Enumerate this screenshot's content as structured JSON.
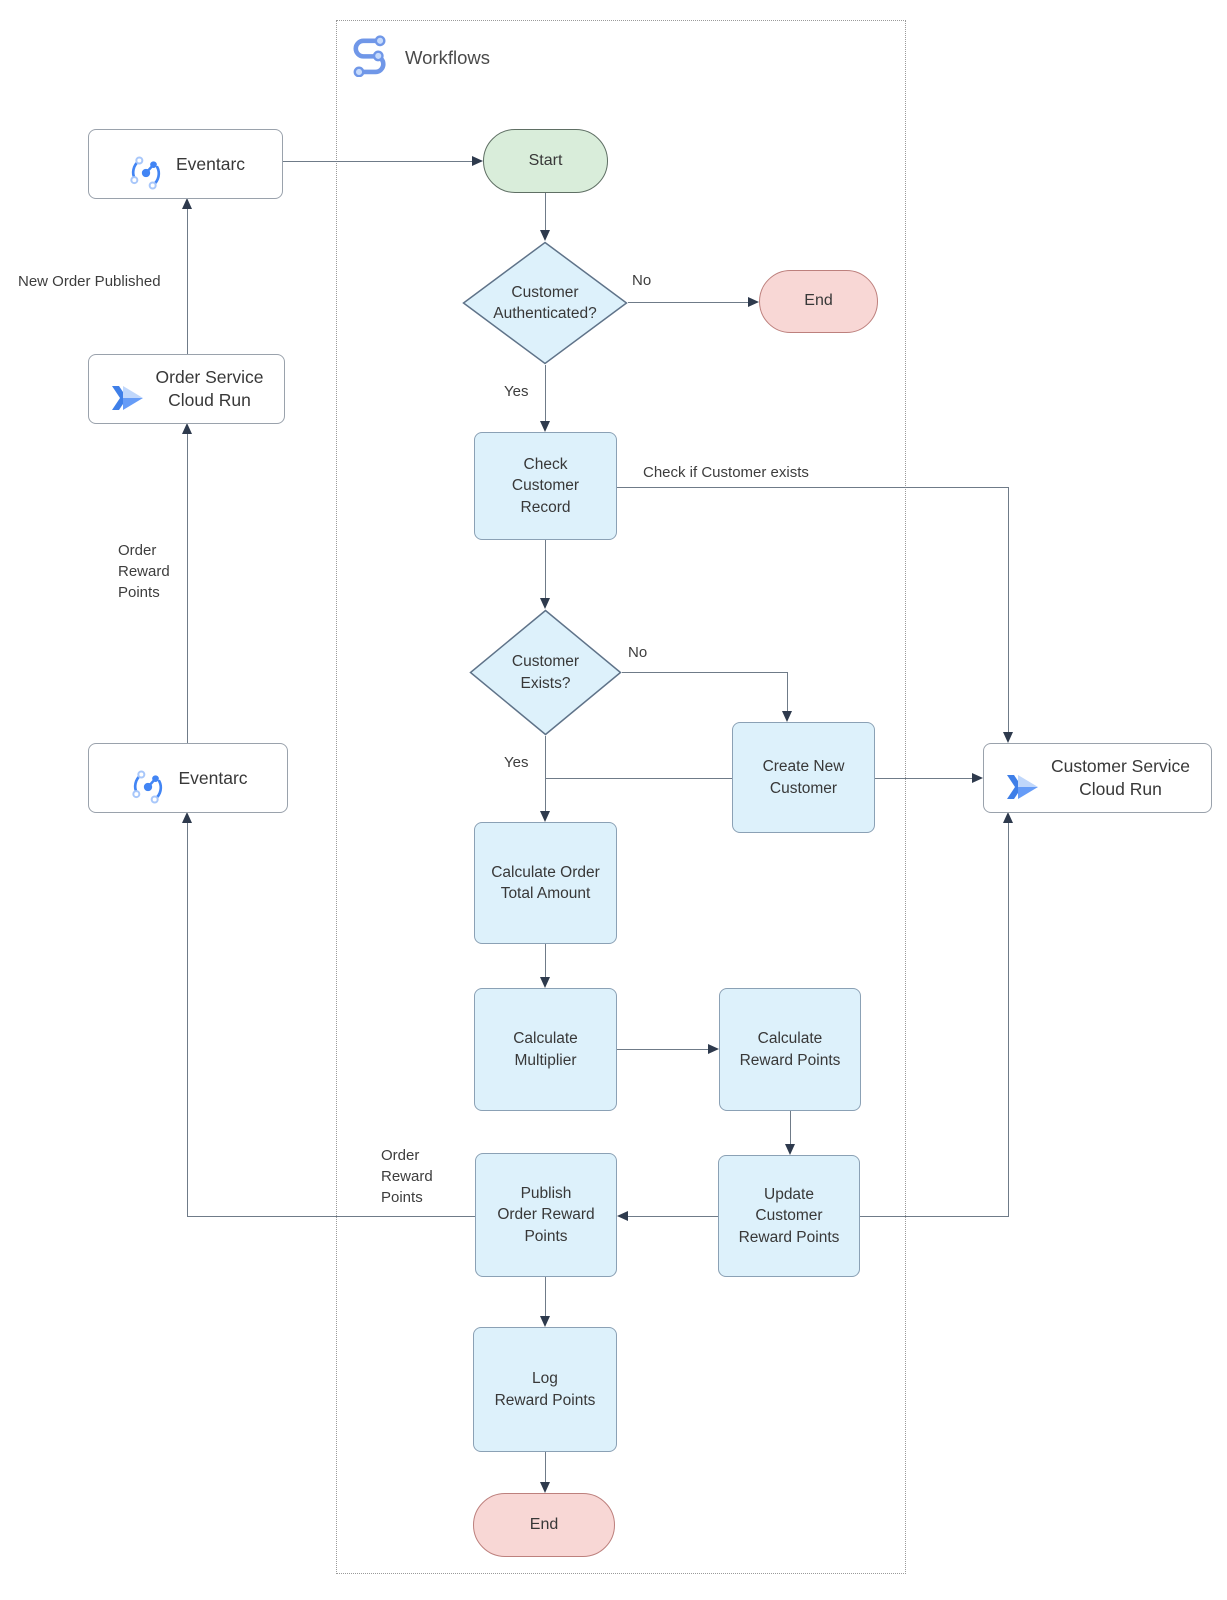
{
  "header": {
    "title": "Workflows"
  },
  "nodes": {
    "eventarc_top": {
      "label": "Eventarc"
    },
    "order_service": {
      "label": "Order Service\nCloud Run"
    },
    "eventarc_bottom": {
      "label": "Eventarc"
    },
    "customer_service": {
      "label": "Customer Service\nCloud Run"
    },
    "start": {
      "label": "Start"
    },
    "end_top": {
      "label": "End"
    },
    "customer_authenticated": {
      "label": "Customer\nAuthenticated?"
    },
    "check_customer_record": {
      "label": "Check\nCustomer\nRecord"
    },
    "customer_exists": {
      "label": "Customer\nExists?"
    },
    "create_new_customer": {
      "label": "Create New\nCustomer"
    },
    "calculate_order_total": {
      "label": "Calculate Order\nTotal Amount"
    },
    "calculate_multiplier": {
      "label": "Calculate\nMultiplier"
    },
    "calculate_reward_points": {
      "label": "Calculate\nReward Points"
    },
    "update_customer_reward_points": {
      "label": "Update\nCustomer\nReward Points"
    },
    "publish_order_reward_points": {
      "label": "Publish\nOrder Reward\nPoints"
    },
    "log_reward_points": {
      "label": "Log\nReward Points"
    },
    "end_bottom": {
      "label": "End"
    }
  },
  "edge_labels": {
    "new_order_published": "New Order Published",
    "order_reward_points_left": "Order\nReward\nPoints",
    "order_reward_points_mid": "Order\nReward\nPoints",
    "check_if_customer_exists": "Check if Customer exists",
    "no_authenticated": "No",
    "yes_authenticated": "Yes",
    "no_exists": "No",
    "yes_exists": "Yes"
  },
  "icons": {
    "workflows": "workflows-icon",
    "eventarc": "eventarc-icon",
    "cloud_run": "cloud-run-icon"
  },
  "colors": {
    "process_fill": "#ddf1fb",
    "process_border": "#8ba1b5",
    "diamond_fill": "#ddf1fb",
    "diamond_border": "#5f7389",
    "start_fill": "#d9edda",
    "start_border": "#5f6f64",
    "end_fill": "#f8d7d5",
    "end_border": "#bd807d",
    "service_border": "#9aa2ac",
    "line_color": "#6f7b88",
    "arrow_color": "#2e3a4d",
    "icon_blue": "#4285f4",
    "icon_light_blue": "#aecbfa"
  }
}
